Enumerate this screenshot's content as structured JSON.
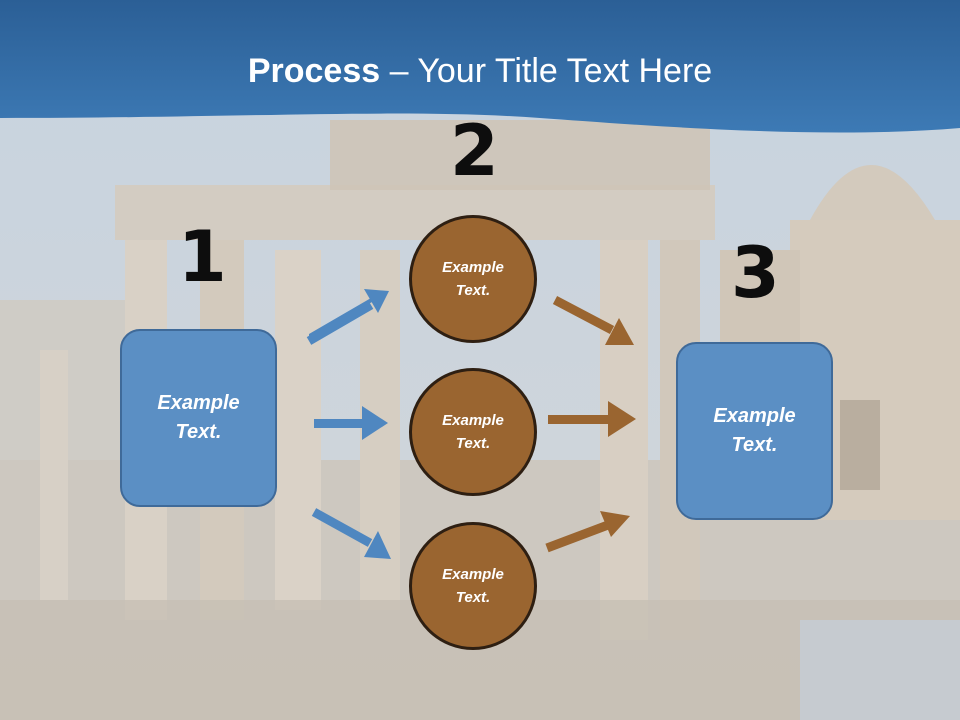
{
  "title": {
    "bold": "Process",
    "rest": " – Your Title Text Here"
  },
  "steps": [
    {
      "number": "1",
      "label_line1": "Example",
      "label_line2": "Text."
    },
    {
      "number": "2",
      "label_line1": "Example",
      "label_line2": "Text."
    },
    {
      "number": "3",
      "label_line1": "Example",
      "label_line2": "Text."
    }
  ],
  "circles": [
    {
      "label_line1": "Example",
      "label_line2": "Text."
    },
    {
      "label_line1": "Example",
      "label_line2": "Text."
    },
    {
      "label_line1": "Example",
      "label_line2": "Text."
    }
  ],
  "colors": {
    "header": "#2f6aa3",
    "box": "#5b8fc4",
    "circle": "#9a6530",
    "arrow_blue": "#4f87c0",
    "arrow_brown": "#9a6530"
  }
}
